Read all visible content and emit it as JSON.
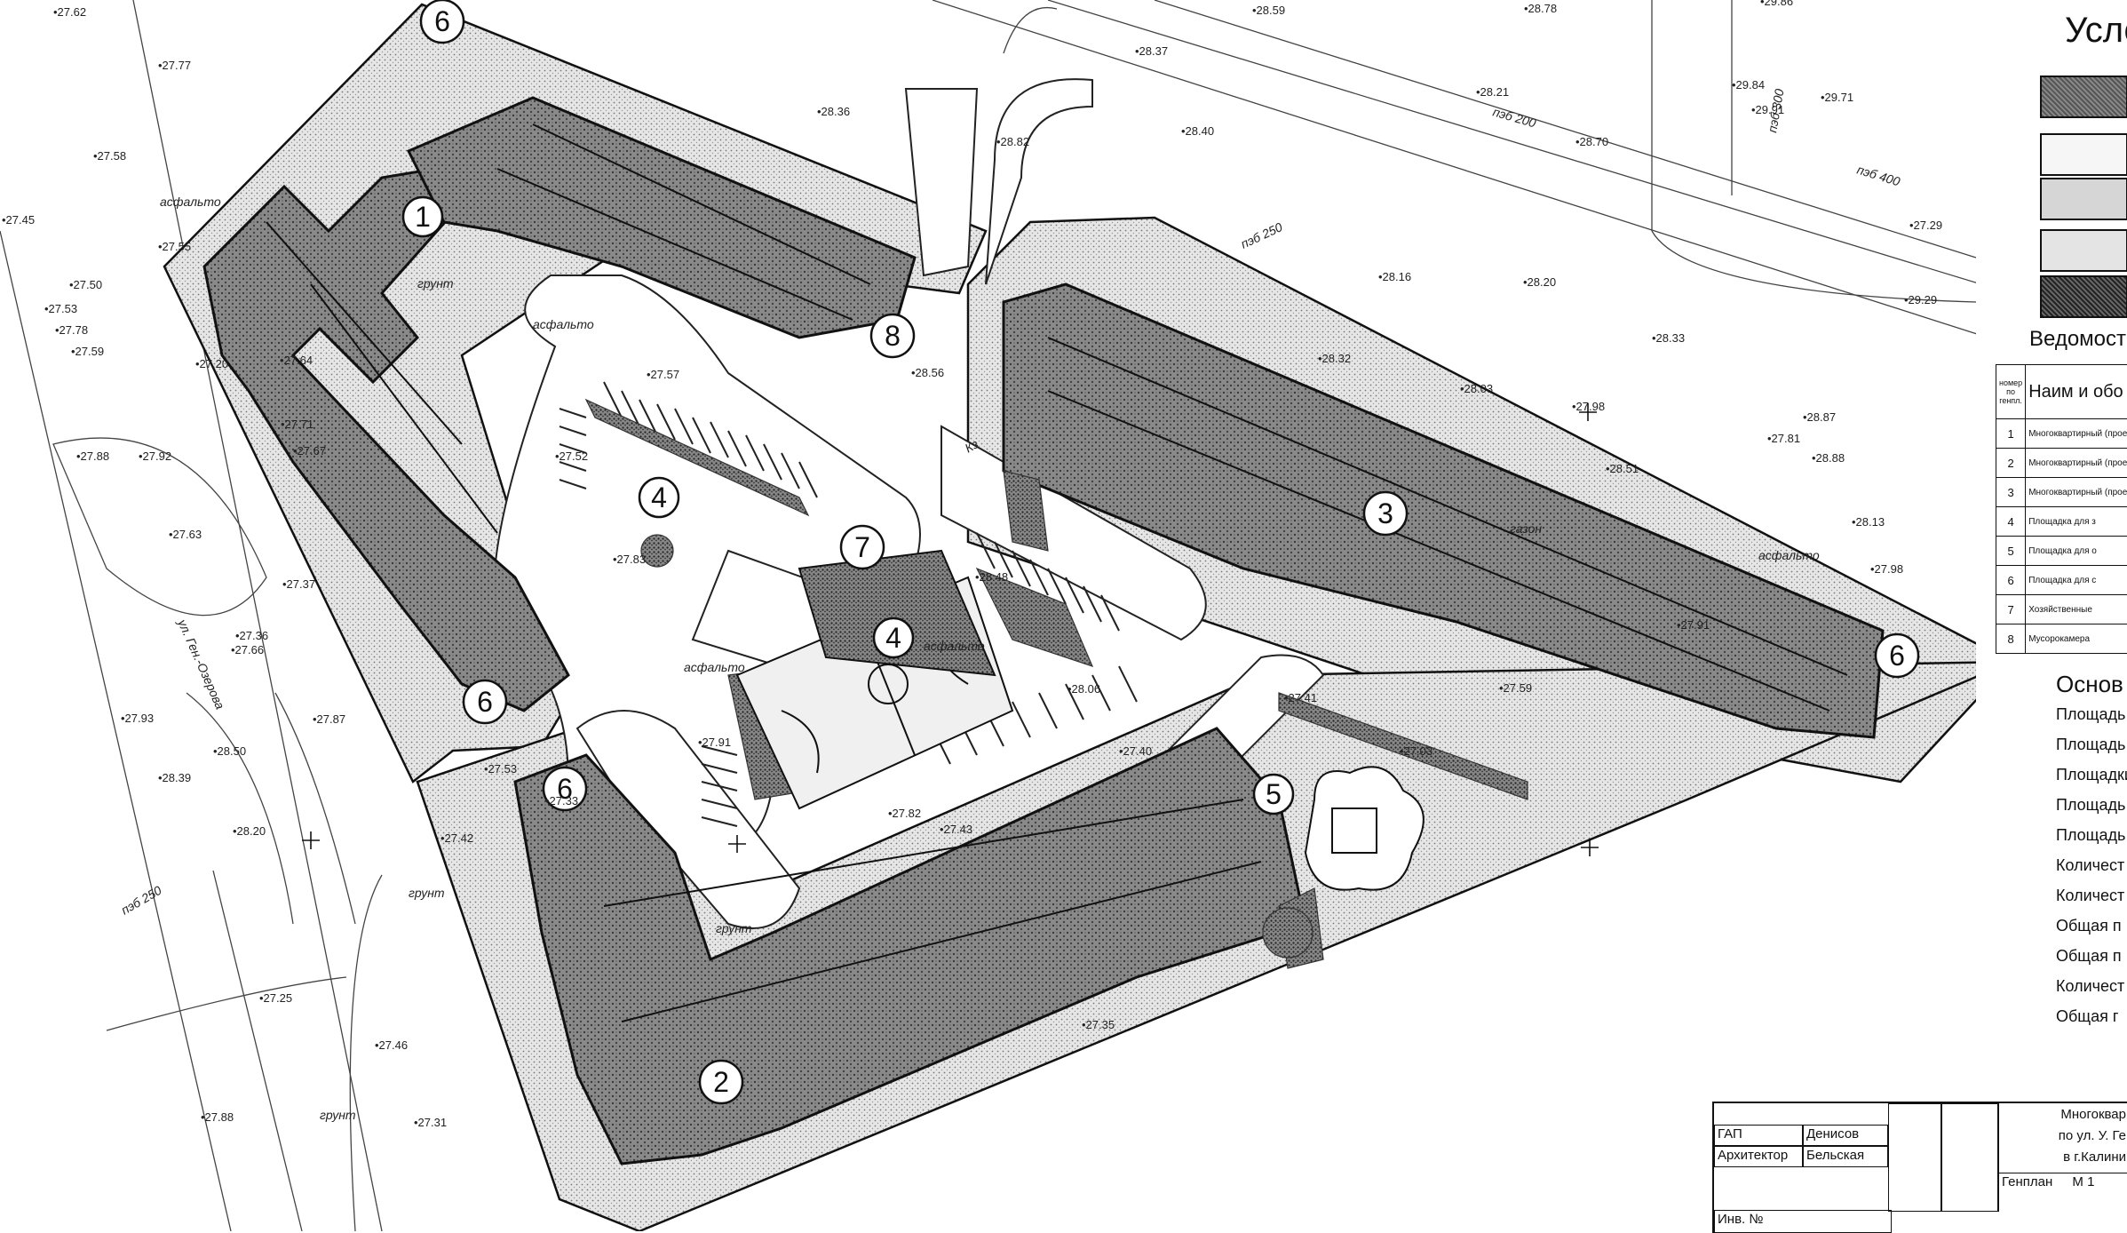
{
  "buildings": [
    {
      "num": "1"
    },
    {
      "num": "2"
    },
    {
      "num": "3"
    },
    {
      "num": "4"
    },
    {
      "num": "4"
    },
    {
      "num": "5"
    },
    {
      "num": "6"
    },
    {
      "num": "6"
    },
    {
      "num": "6"
    },
    {
      "num": "6"
    },
    {
      "num": "7"
    },
    {
      "num": "8"
    }
  ],
  "elevations": [
    "27.62",
    "27.77",
    "27.58",
    "27.45",
    "27.55",
    "27.50",
    "27.53",
    "27.78",
    "27.59",
    "27.20",
    "27.64",
    "27.88",
    "27.92",
    "27.71",
    "27.67",
    "27.63",
    "27.37",
    "27.36",
    "27.66",
    "27.87",
    "28.50",
    "28.39",
    "28.20",
    "27.93",
    "27.33",
    "27.43",
    "27.41",
    "27.40",
    "27.03",
    "27.59",
    "27.91",
    "27.98",
    "28.13",
    "27.81",
    "27.29",
    "28.59",
    "28.37",
    "28.36",
    "28.40",
    "28.16",
    "28.20",
    "28.32",
    "28.03",
    "27.98",
    "28.51",
    "28.87",
    "28.88",
    "28.33",
    "28.56",
    "28.48",
    "28.06",
    "27.82",
    "27.57",
    "27.52",
    "27.83",
    "27.91",
    "27.53",
    "27.42",
    "27.35",
    "27.46",
    "27.31",
    "27.25",
    "27.88",
    "28.78",
    "28.70",
    "28.82",
    "29.84",
    "29.71",
    "29.29",
    "29.91",
    "28.21",
    "29.86"
  ],
  "labels": {
    "grunt": "грунт",
    "asphalt": "асфальто",
    "lawn": "газон",
    "k": "Кз",
    "ug": "ул. Ген.-Озерова",
    "pipe": "пэб 250",
    "pipe2": "пэб 200",
    "pipe3": "пэб 300",
    "pipe4": "пэб 400"
  },
  "legend": {
    "title": "Усло",
    "vedomost_title": "Ведомост",
    "table_header_num": "номер по генпл.",
    "table_header_name": "Наим и обо",
    "rows": [
      {
        "n": "1",
        "t": "Многоквартирный (проектируемый"
      },
      {
        "n": "2",
        "t": "Многоквартирный (проектируемый"
      },
      {
        "n": "3",
        "t": "Многоквартирный (проектируемый"
      },
      {
        "n": "4",
        "t": "Площадка для з"
      },
      {
        "n": "5",
        "t": "Площадка для о"
      },
      {
        "n": "6",
        "t": "Площадка для с"
      },
      {
        "n": "7",
        "t": "Хозяйственные"
      },
      {
        "n": "8",
        "t": "Мусорокамера"
      }
    ],
    "osn_title": "Основ",
    "osn_rows": [
      "Площадь",
      "Площадь",
      "Площадки",
      "Площадь",
      "Площадь",
      "Количест",
      "Количест",
      "Общая п",
      "Общая п",
      "Количест",
      "Общая г"
    ]
  },
  "stamp": {
    "gap": "ГАП",
    "gap_name": "Денисов",
    "arch": "Архитектор",
    "arch_name": "Бельская",
    "title1": "Многоквар",
    "title2": "по ул. У. Ге",
    "title3": "в г.Калини",
    "genplan": "Генплан",
    "scale": "М 1",
    "inv": "Инв. №"
  },
  "colors": {
    "ink": "#111111",
    "paper": "#ffffff"
  }
}
